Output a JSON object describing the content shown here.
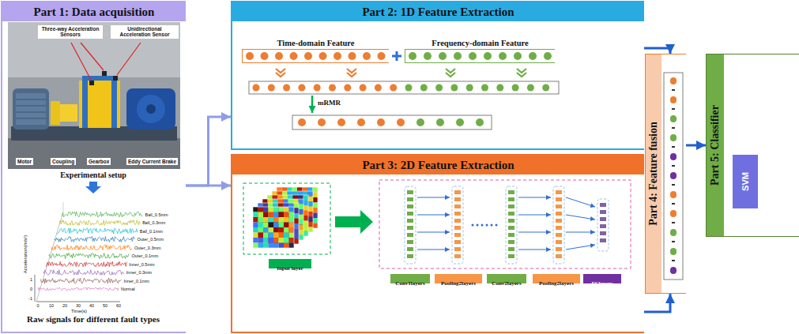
{
  "diagram": {
    "nodes": [
      {
        "text": [
          "Part 1: Data acquisition"
        ]
      },
      {
        "text": [
          "Part 2: 1D Feature Extraction"
        ]
      },
      {
        "text": [
          "Time-domain Feature"
        ],
        "in": 1
      },
      {
        "text": [
          "Frequency-domain Feature"
        ],
        "in": 1
      },
      {
        "text": [
          "Part 3: 2D Feature Extraction"
        ]
      },
      {
        "text": [
          "Input layer"
        ],
        "in": 4
      },
      {
        "text": [
          "Conv1layers"
        ],
        "in": 4
      },
      {
        "text": [
          "Pooling2layers"
        ],
        "in": 4
      },
      {
        "text": [
          "Conv2layers"
        ],
        "in": 4
      },
      {
        "text": [
          "Pooling2layers"
        ],
        "in": 4
      },
      {
        "text": [
          "FClayers"
        ],
        "in": 4
      },
      {
        "text": [
          "Part 4: Feature fusion"
        ]
      },
      {
        "text": [
          "Part 5: Classifier"
        ]
      },
      {
        "text": [
          "SVM"
        ],
        "in": 12
      }
    ],
    "edges": [
      {
        "from": 0,
        "to": 1,
        "arrow": "to"
      },
      {
        "from": 0,
        "to": 4,
        "arrow": "to"
      },
      {
        "from": 1,
        "to": 11,
        "arrow": "to"
      },
      {
        "from": 4,
        "to": 11,
        "arrow": "to"
      },
      {
        "from": 11,
        "to": 12,
        "arrow": "to"
      }
    ],
    "labels": [
      "Three-way Acceleration Sensors",
      "Unidirectional Acceleration Sensor",
      "Motor",
      "Coupling",
      "Gearbox",
      "Eddy Current Brake",
      "Experimental setup",
      "Ball_0.5mm",
      "Ball_0.3mm",
      "Ball_0.1mm",
      "Outer_0.5mm",
      "Outer_0.3mm",
      "Outer_0.1mm",
      "Inner_0.5mm",
      "Inner_0.3mm",
      "Inner_0.1mm",
      "Normal",
      "Acceleration(m/s²)",
      "Time(s)",
      "0",
      "10",
      "20",
      "30",
      "40",
      "50",
      "60",
      "1",
      "0",
      "-1",
      "Raw signals for different fault types",
      "mRMR"
    ]
  }
}
